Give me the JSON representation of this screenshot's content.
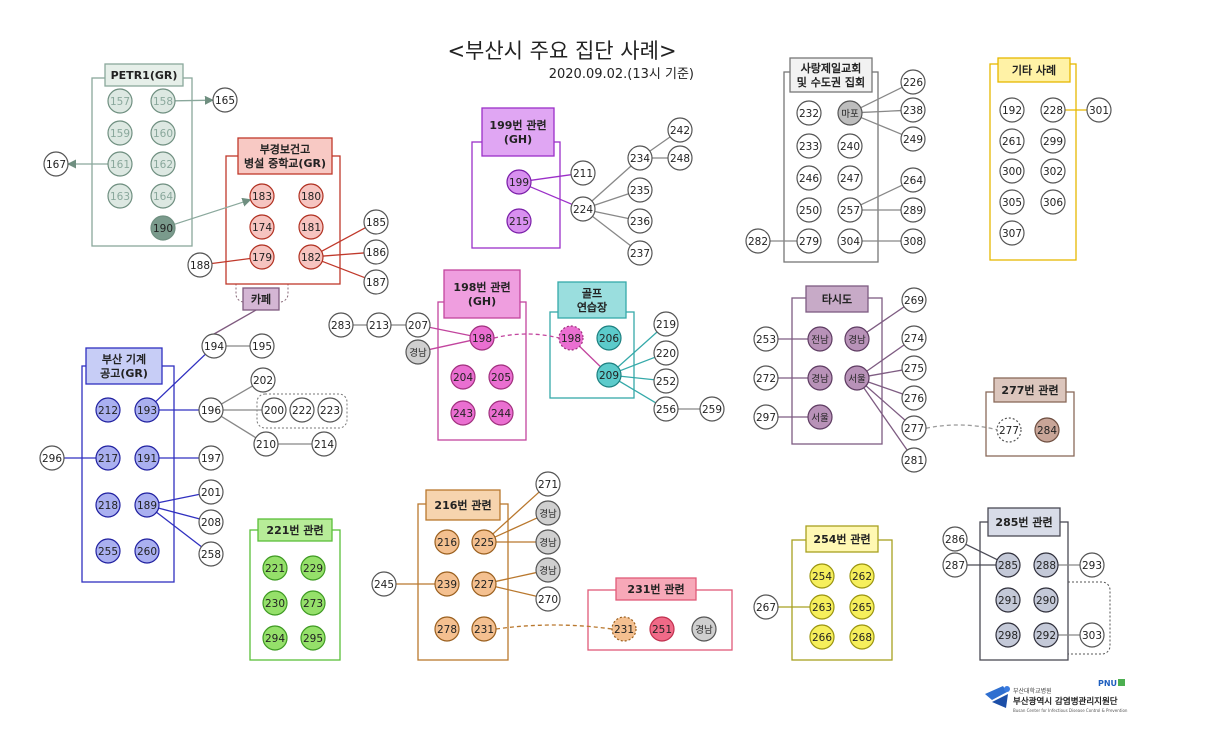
{
  "title": "<부산시 주요 집단 사례>",
  "subtitle": "2020.09.02.(13시 기준)",
  "logo": {
    "small_text": "부산대학교병원",
    "main_text": "부산광역시 감염병관리지원단",
    "sub_text": "Busan Center for Infectious Disease Control & Prevention",
    "badge": "PNU"
  },
  "groups": [
    {
      "id": "petr1",
      "label": "PETR1(GR)",
      "color": "#8aa89c"
    },
    {
      "id": "bukyung",
      "label": "부경보건고\n병설 중학교(GR)",
      "color": "#c0392b"
    },
    {
      "id": "g199",
      "label": "199번 관련\n(GH)",
      "color": "#9b30c8"
    },
    {
      "id": "g198",
      "label": "198번 관련\n(GH)",
      "color": "#c2459e"
    },
    {
      "id": "golf",
      "label": "골프\n연습장",
      "color": "#35a9a9"
    },
    {
      "id": "cafe",
      "label": "카페",
      "color": "#7f5a7f"
    },
    {
      "id": "machine",
      "label": "부산 기계\n공고(GR)",
      "color": "#3030c0"
    },
    {
      "id": "g221",
      "label": "221번 관련",
      "color": "#5bbf3a"
    },
    {
      "id": "g216",
      "label": "216번 관련",
      "color": "#b9782e"
    },
    {
      "id": "g231",
      "label": "231번 관련",
      "color": "#e05a78"
    },
    {
      "id": "church",
      "label": "사랑제일교회\n및 수도권 집회",
      "color": "#777777"
    },
    {
      "id": "other",
      "label": "기타 사례",
      "color": "#e6b800"
    },
    {
      "id": "taxi",
      "label": "타시도",
      "color": "#7e5c82"
    },
    {
      "id": "g277",
      "label": "277번 관련",
      "color": "#8a6a5a"
    },
    {
      "id": "g254",
      "label": "254번 관련",
      "color": "#a8a020"
    },
    {
      "id": "g285",
      "label": "285번 관련",
      "color": "#4a4a55"
    }
  ],
  "nodes": [
    {
      "id": "n157",
      "label": "157"
    },
    {
      "id": "n158",
      "label": "158"
    },
    {
      "id": "n159",
      "label": "159"
    },
    {
      "id": "n160",
      "label": "160"
    },
    {
      "id": "n161",
      "label": "161"
    },
    {
      "id": "n162",
      "label": "162"
    },
    {
      "id": "n163",
      "label": "163"
    },
    {
      "id": "n164",
      "label": "164"
    },
    {
      "id": "n190",
      "label": "190"
    },
    {
      "id": "n165",
      "label": "165"
    },
    {
      "id": "n167",
      "label": "167"
    },
    {
      "id": "n183",
      "label": "183"
    },
    {
      "id": "n180",
      "label": "180"
    },
    {
      "id": "n174",
      "label": "174"
    },
    {
      "id": "n181",
      "label": "181"
    },
    {
      "id": "n179",
      "label": "179"
    },
    {
      "id": "n182",
      "label": "182"
    },
    {
      "id": "n188",
      "label": "188"
    },
    {
      "id": "n185",
      "label": "185"
    },
    {
      "id": "n186",
      "label": "186"
    },
    {
      "id": "n187",
      "label": "187"
    },
    {
      "id": "n199",
      "label": "199"
    },
    {
      "id": "n215",
      "label": "215"
    },
    {
      "id": "n211",
      "label": "211"
    },
    {
      "id": "n224",
      "label": "224"
    },
    {
      "id": "n234",
      "label": "234"
    },
    {
      "id": "n242",
      "label": "242"
    },
    {
      "id": "n248",
      "label": "248"
    },
    {
      "id": "n235",
      "label": "235"
    },
    {
      "id": "n236",
      "label": "236"
    },
    {
      "id": "n237",
      "label": "237"
    },
    {
      "id": "n198",
      "label": "198"
    },
    {
      "id": "n204",
      "label": "204"
    },
    {
      "id": "n205",
      "label": "205"
    },
    {
      "id": "n243",
      "label": "243"
    },
    {
      "id": "n244",
      "label": "244"
    },
    {
      "id": "n207",
      "label": "207"
    },
    {
      "id": "n213",
      "label": "213"
    },
    {
      "id": "n283",
      "label": "283"
    },
    {
      "id": "nGN1",
      "label": "경남"
    },
    {
      "id": "n198b",
      "label": "198"
    },
    {
      "id": "n206",
      "label": "206"
    },
    {
      "id": "n209",
      "label": "209"
    },
    {
      "id": "n219",
      "label": "219"
    },
    {
      "id": "n220",
      "label": "220"
    },
    {
      "id": "n252",
      "label": "252"
    },
    {
      "id": "n256",
      "label": "256"
    },
    {
      "id": "n259",
      "label": "259"
    },
    {
      "id": "n194",
      "label": "194"
    },
    {
      "id": "n195",
      "label": "195"
    },
    {
      "id": "n212",
      "label": "212"
    },
    {
      "id": "n193",
      "label": "193"
    },
    {
      "id": "n196",
      "label": "196"
    },
    {
      "id": "n202",
      "label": "202"
    },
    {
      "id": "n200",
      "label": "200"
    },
    {
      "id": "n222",
      "label": "222"
    },
    {
      "id": "n223",
      "label": "223"
    },
    {
      "id": "n210",
      "label": "210"
    },
    {
      "id": "n214",
      "label": "214"
    },
    {
      "id": "n296",
      "label": "296"
    },
    {
      "id": "n217",
      "label": "217"
    },
    {
      "id": "n191",
      "label": "191"
    },
    {
      "id": "n197",
      "label": "197"
    },
    {
      "id": "n218",
      "label": "218"
    },
    {
      "id": "n189",
      "label": "189"
    },
    {
      "id": "n201",
      "label": "201"
    },
    {
      "id": "n208",
      "label": "208"
    },
    {
      "id": "n258",
      "label": "258"
    },
    {
      "id": "n255",
      "label": "255"
    },
    {
      "id": "n260",
      "label": "260"
    },
    {
      "id": "n221",
      "label": "221"
    },
    {
      "id": "n229",
      "label": "229"
    },
    {
      "id": "n230",
      "label": "230"
    },
    {
      "id": "n273",
      "label": "273"
    },
    {
      "id": "n294",
      "label": "294"
    },
    {
      "id": "n295",
      "label": "295"
    },
    {
      "id": "n216",
      "label": "216"
    },
    {
      "id": "n225",
      "label": "225"
    },
    {
      "id": "n271",
      "label": "271"
    },
    {
      "id": "nGN2",
      "label": "경남"
    },
    {
      "id": "nGN3",
      "label": "경남"
    },
    {
      "id": "n245",
      "label": "245"
    },
    {
      "id": "n239",
      "label": "239"
    },
    {
      "id": "n227",
      "label": "227"
    },
    {
      "id": "nGN4",
      "label": "경남"
    },
    {
      "id": "n270",
      "label": "270"
    },
    {
      "id": "n278",
      "label": "278"
    },
    {
      "id": "n231",
      "label": "231"
    },
    {
      "id": "n231b",
      "label": "231"
    },
    {
      "id": "n251",
      "label": "251"
    },
    {
      "id": "nGN5",
      "label": "경남"
    },
    {
      "id": "n232",
      "label": "232"
    },
    {
      "id": "nMP",
      "label": "마포"
    },
    {
      "id": "n226",
      "label": "226"
    },
    {
      "id": "n238",
      "label": "238"
    },
    {
      "id": "n249",
      "label": "249"
    },
    {
      "id": "n233",
      "label": "233"
    },
    {
      "id": "n240",
      "label": "240"
    },
    {
      "id": "n246",
      "label": "246"
    },
    {
      "id": "n247",
      "label": "247"
    },
    {
      "id": "n264",
      "label": "264"
    },
    {
      "id": "n250",
      "label": "250"
    },
    {
      "id": "n257",
      "label": "257"
    },
    {
      "id": "n289",
      "label": "289"
    },
    {
      "id": "n282",
      "label": "282"
    },
    {
      "id": "n279",
      "label": "279"
    },
    {
      "id": "n304",
      "label": "304"
    },
    {
      "id": "n308",
      "label": "308"
    },
    {
      "id": "n192",
      "label": "192"
    },
    {
      "id": "n228",
      "label": "228"
    },
    {
      "id": "n301",
      "label": "301"
    },
    {
      "id": "n261",
      "label": "261"
    },
    {
      "id": "n299",
      "label": "299"
    },
    {
      "id": "n300",
      "label": "300"
    },
    {
      "id": "n302",
      "label": "302"
    },
    {
      "id": "n305",
      "label": "305"
    },
    {
      "id": "n306",
      "label": "306"
    },
    {
      "id": "n307",
      "label": "307"
    },
    {
      "id": "n253",
      "label": "253"
    },
    {
      "id": "nJN",
      "label": "전남"
    },
    {
      "id": "nGN6",
      "label": "경남"
    },
    {
      "id": "n269",
      "label": "269"
    },
    {
      "id": "n274",
      "label": "274"
    },
    {
      "id": "n272",
      "label": "272"
    },
    {
      "id": "nGN7",
      "label": "경남"
    },
    {
      "id": "nSU1",
      "label": "서울"
    },
    {
      "id": "n275",
      "label": "275"
    },
    {
      "id": "n276",
      "label": "276"
    },
    {
      "id": "n297",
      "label": "297"
    },
    {
      "id": "nSU2",
      "label": "서울"
    },
    {
      "id": "n277",
      "label": "277"
    },
    {
      "id": "n281",
      "label": "281"
    },
    {
      "id": "n277b",
      "label": "277"
    },
    {
      "id": "n284",
      "label": "284"
    },
    {
      "id": "n254",
      "label": "254"
    },
    {
      "id": "n262",
      "label": "262"
    },
    {
      "id": "n267",
      "label": "267"
    },
    {
      "id": "n263",
      "label": "263"
    },
    {
      "id": "n265",
      "label": "265"
    },
    {
      "id": "n266",
      "label": "266"
    },
    {
      "id": "n268",
      "label": "268"
    },
    {
      "id": "n286",
      "label": "286"
    },
    {
      "id": "n287",
      "label": "287"
    },
    {
      "id": "n285",
      "label": "285"
    },
    {
      "id": "n288",
      "label": "288"
    },
    {
      "id": "n293",
      "label": "293"
    },
    {
      "id": "n291",
      "label": "291"
    },
    {
      "id": "n290",
      "label": "290"
    },
    {
      "id": "n298",
      "label": "298"
    },
    {
      "id": "n292",
      "label": "292"
    },
    {
      "id": "n303",
      "label": "303"
    }
  ]
}
